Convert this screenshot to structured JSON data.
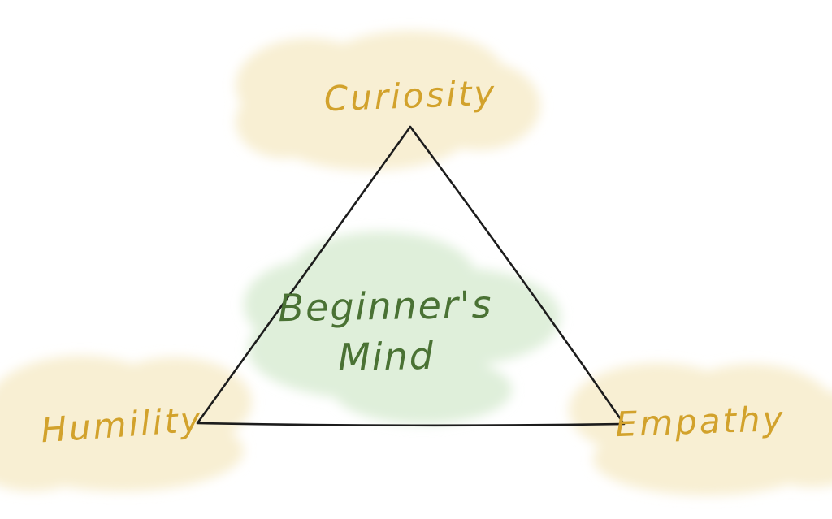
{
  "diagram": {
    "type": "triangle-concept-sketch",
    "center": {
      "line1": "Beginner's",
      "line2": "Mind"
    },
    "vertices": {
      "top": {
        "label": "Curiosity"
      },
      "bottom_left": {
        "label": "Humility"
      },
      "bottom_right": {
        "label": "Empathy"
      }
    },
    "colors": {
      "background": "#FFFFFF",
      "label_gold": "#D2A22C",
      "center_text_green": "#4A7234",
      "highlight_cream": "#F8EFD3",
      "highlight_green": "#DFEFDA",
      "triangle_stroke": "#1C1C1C"
    }
  }
}
